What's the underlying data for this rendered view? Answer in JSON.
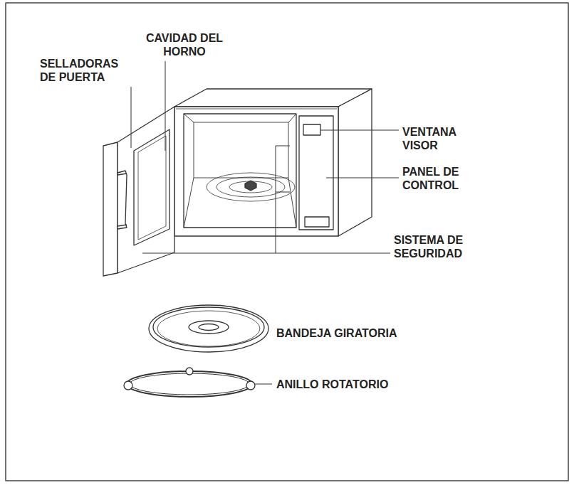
{
  "diagram": {
    "labels": [
      "CAVIDAD DEL HORNO",
      "SELLADORAS DE PUERTA",
      "VENTANA VISOR",
      "PANEL DE CONTROL",
      "SISTEMA DE SEGURIDAD",
      "BANDEJA GIRATORIA",
      "ANILLO ROTATORIO"
    ]
  }
}
